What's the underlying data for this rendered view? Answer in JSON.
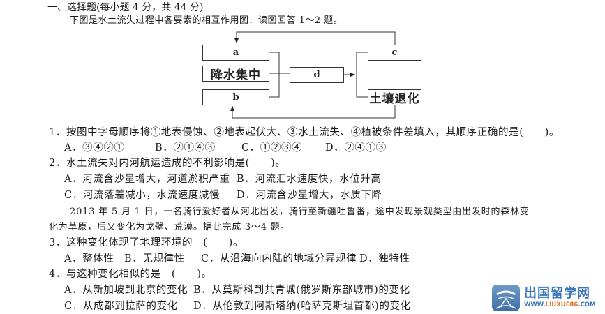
{
  "section": {
    "title": "一、选择题(每小题 4 分，共 44 分)",
    "intro": "下图是水土流失过程中各要素的相互作用图．读图回答 1～2 题。"
  },
  "diagram": {
    "boxes": {
      "a": "a",
      "rain": "降水集中",
      "b": "b",
      "d": "d",
      "c": "c",
      "soil": "土壤退化"
    }
  },
  "questions": [
    {
      "stem": "1．按图中字母顺序将①地表侵蚀、②地表起伏大、③水土流失、④植被条件差填入，其顺序正确的是(　　)。",
      "options": [
        "A．③④②①",
        "B．②①④③",
        "C．①②③④",
        "D．②④①③"
      ]
    },
    {
      "stem": "2．水土流失对内河航运造成的不利影响是(　　)。",
      "options": [
        "A．河流含沙量增大，河道淤积严重",
        "B．河流汇水速度快，水位升高",
        "C．河流落差减小，水流速度减慢",
        "D．河流含沙量增大，水质下降"
      ]
    },
    {
      "stem": "3．这种变化体现了地理环境的　(　　)。",
      "options": [
        "A．整体性",
        "B．无规律性",
        "C．从沿海向内陆的地域分异规律",
        "D．独特性"
      ]
    },
    {
      "stem": "4．与这种变化相似的是　(　　)。",
      "options": [
        "A．从新加坡到北京的变化",
        "B．从莫斯科到共青城(俄罗斯东部城市)的变化",
        "C．从成都到拉萨的变化",
        "D．从伦敦到阿斯塔纳(哈萨克斯坦首都)的变化"
      ]
    }
  ],
  "passage": {
    "line1": "2013 年 5 月 1 日，一名骑行爱好者从河北出发，骑行至新疆吐鲁番，途中发现景观类型由出发时的森林变",
    "line2": "化为草原，后又变化为戈壁、荒漠。据此完成 3～4 题。"
  },
  "watermark": {
    "cn": "出国留学网",
    "url_prefix": "WWW.",
    "url_mid": "LIUXUE86",
    "url_suffix": ".COM"
  }
}
